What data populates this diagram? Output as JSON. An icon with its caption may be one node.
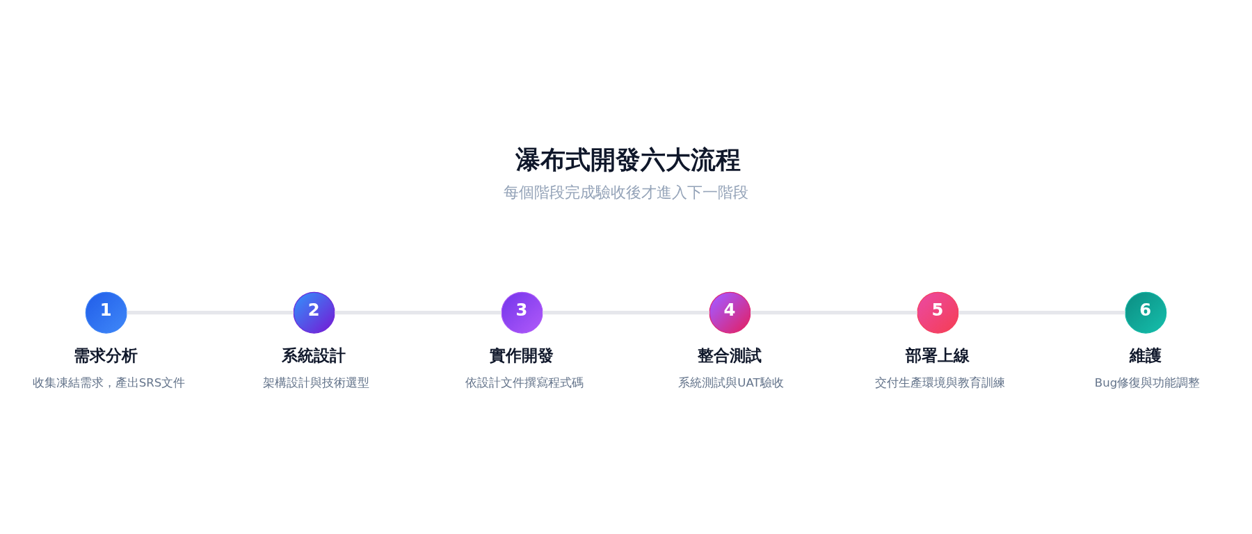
{
  "diagram": {
    "title": "瀑布式開發六大流程",
    "caption": "每個階段完成驗收後才進入下一階段",
    "nodes": [
      {
        "text": [
          "1",
          "需求分析",
          "收集凍結需求，產出SRS文件"
        ]
      },
      {
        "text": [
          "2",
          "系統設計",
          "架構設計與技術選型"
        ]
      },
      {
        "text": [
          "3",
          "實作開發",
          "依設計文件撰寫程式碼"
        ]
      },
      {
        "text": [
          "4",
          "整合測試",
          "系統測試與UAT驗收"
        ]
      },
      {
        "text": [
          "5",
          "部署上線",
          "交付生產環境與教育訓練"
        ]
      },
      {
        "text": [
          "6",
          "維護",
          "Bug修復與功能調整"
        ]
      }
    ],
    "edges": [
      {
        "from": 0,
        "to": 1,
        "arrow": "none"
      },
      {
        "from": 1,
        "to": 2,
        "arrow": "none"
      },
      {
        "from": 2,
        "to": 3,
        "arrow": "none"
      },
      {
        "from": 3,
        "to": 4,
        "arrow": "none"
      },
      {
        "from": 4,
        "to": 5,
        "arrow": "none"
      }
    ]
  }
}
